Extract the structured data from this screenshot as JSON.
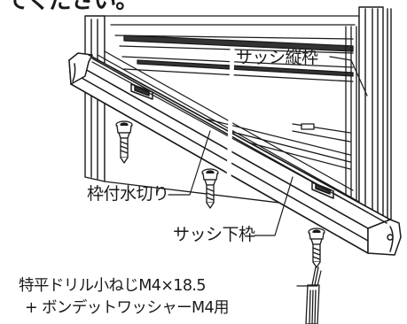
{
  "header_fragment": "てください。",
  "labels": {
    "sash_vertical_frame": "サッシ縦枠",
    "frame_water_drain": "枠付水切り",
    "sash_bottom_frame": "サッシ下枠",
    "screw_spec": "特平ドリル小ねじM4×18.5",
    "washer_spec": "+ ボンデットワッシャーM4用"
  },
  "colors": {
    "line": "#1a1a1a",
    "fill": "#ffffff",
    "shade": "#d9d9d9",
    "dark": "#333333"
  }
}
